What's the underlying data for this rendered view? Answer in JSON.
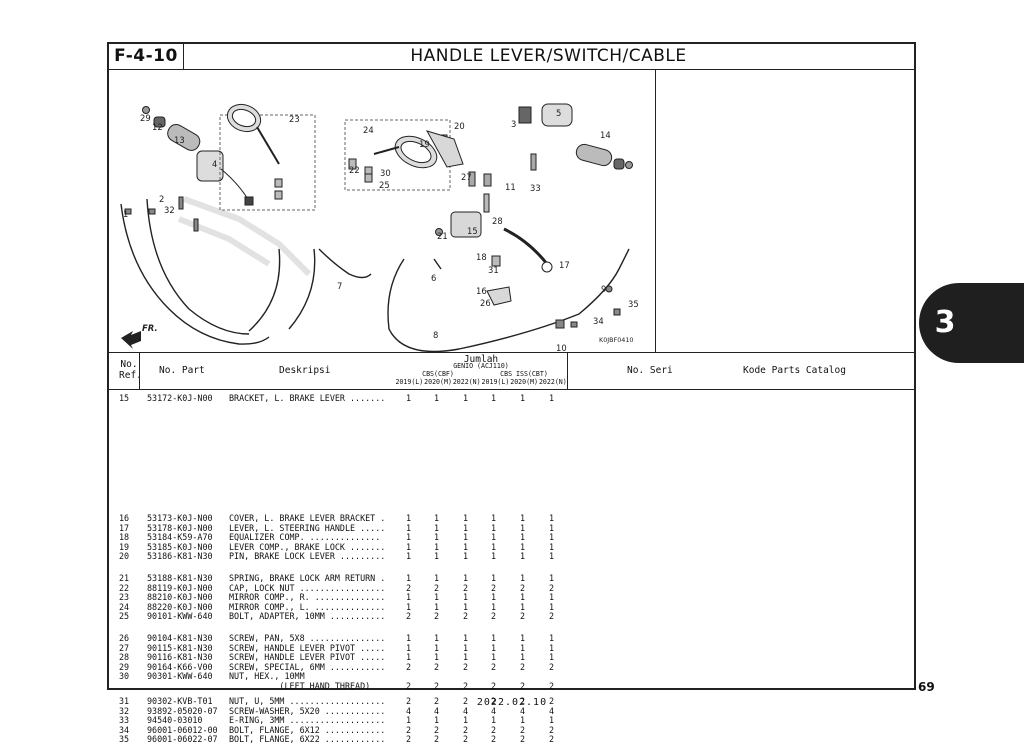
{
  "header": {
    "figure_code": "F-4-10",
    "title": "HANDLE LEVER/SWITCH/CABLE"
  },
  "diagram": {
    "code": "K0JBF0410",
    "direction_label": "FR.",
    "part_labels": [
      "1",
      "2",
      "3",
      "4",
      "5",
      "6",
      "7",
      "8",
      "9",
      "10",
      "11",
      "12",
      "13",
      "14",
      "15",
      "16",
      "17",
      "18",
      "19",
      "20",
      "21",
      "22",
      "23",
      "24",
      "25",
      "26",
      "27",
      "28",
      "29",
      "30",
      "31",
      "32",
      "33",
      "34",
      "35"
    ]
  },
  "table_header": {
    "no_ref": [
      "No.",
      "Ref."
    ],
    "no_part": "No. Part",
    "deskripsi": "Deskripsi",
    "jumlah": "Jumlah",
    "model": "GENIO (ACJ110)",
    "cbs": "CBS(CBF)",
    "cbs_iss": "CBS ISS(CBT)",
    "years": [
      "2019(L)",
      "2020(M)",
      "2022(N)",
      "2019(L)",
      "2020(M)",
      "2022(N)"
    ],
    "no_seri": "No. Seri",
    "kode": "Kode Parts Catalog"
  },
  "parts": [
    [
      {
        "ref": "15",
        "part": "53172-K0J-N00",
        "desc": "BRACKET, L. BRAKE LEVER .......",
        "qty": [
          "1",
          "1",
          "1",
          "1",
          "1",
          "1"
        ]
      }
    ],
    [
      {
        "ref": "16",
        "part": "53173-K0J-N00",
        "desc": "COVER, L. BRAKE LEVER BRACKET .",
        "qty": [
          "1",
          "1",
          "1",
          "1",
          "1",
          "1"
        ]
      },
      {
        "ref": "17",
        "part": "53178-K0J-N00",
        "desc": "LEVER, L. STEERING HANDLE .....",
        "qty": [
          "1",
          "1",
          "1",
          "1",
          "1",
          "1"
        ]
      },
      {
        "ref": "18",
        "part": "53184-K59-A70",
        "desc": "EQUALIZER COMP. ..............",
        "qty": [
          "1",
          "1",
          "1",
          "1",
          "1",
          "1"
        ]
      },
      {
        "ref": "19",
        "part": "53185-K0J-N00",
        "desc": "LEVER COMP., BRAKE LOCK .......",
        "qty": [
          "1",
          "1",
          "1",
          "1",
          "1",
          "1"
        ]
      },
      {
        "ref": "20",
        "part": "53186-K81-N30",
        "desc": "PIN, BRAKE LOCK LEVER .........",
        "qty": [
          "1",
          "1",
          "1",
          "1",
          "1",
          "1"
        ]
      }
    ],
    [
      {
        "ref": "21",
        "part": "53188-K81-N30",
        "desc": "SPRING, BRAKE LOCK ARM RETURN .",
        "qty": [
          "1",
          "1",
          "1",
          "1",
          "1",
          "1"
        ]
      },
      {
        "ref": "22",
        "part": "88119-K0J-N00",
        "desc": "CAP, LOCK NUT .................",
        "qty": [
          "2",
          "2",
          "2",
          "2",
          "2",
          "2"
        ]
      },
      {
        "ref": "23",
        "part": "88210-K0J-N00",
        "desc": "MIRROR COMP., R. ..............",
        "qty": [
          "1",
          "1",
          "1",
          "1",
          "1",
          "1"
        ]
      },
      {
        "ref": "24",
        "part": "88220-K0J-N00",
        "desc": "MIRROR COMP., L. ..............",
        "qty": [
          "1",
          "1",
          "1",
          "1",
          "1",
          "1"
        ]
      },
      {
        "ref": "25",
        "part": "90101-KWW-640",
        "desc": "BOLT, ADAPTER, 10MM ...........",
        "qty": [
          "2",
          "2",
          "2",
          "2",
          "2",
          "2"
        ]
      }
    ],
    [
      {
        "ref": "26",
        "part": "90104-K81-N30",
        "desc": "SCREW, PAN, 5X8 ...............",
        "qty": [
          "1",
          "1",
          "1",
          "1",
          "1",
          "1"
        ]
      },
      {
        "ref": "27",
        "part": "90115-K81-N30",
        "desc": "SCREW, HANDLE LEVER PIVOT .....",
        "qty": [
          "1",
          "1",
          "1",
          "1",
          "1",
          "1"
        ]
      },
      {
        "ref": "28",
        "part": "90116-K81-N30",
        "desc": "SCREW, HANDLE LEVER PIVOT .....",
        "qty": [
          "1",
          "1",
          "1",
          "1",
          "1",
          "1"
        ]
      },
      {
        "ref": "29",
        "part": "90164-K66-V00",
        "desc": "SCREW, SPECIAL, 6MM ...........",
        "qty": [
          "2",
          "2",
          "2",
          "2",
          "2",
          "2"
        ]
      },
      {
        "ref": "30",
        "part": "90301-KWW-640",
        "desc": "NUT, HEX., 10MM",
        "qty": [
          "",
          "",
          "",
          "",
          "",
          ""
        ]
      },
      {
        "ref": "",
        "part": "",
        "desc": "          (LEFT HAND THREAD)",
        "qty": [
          "2",
          "2",
          "2",
          "2",
          "2",
          "2"
        ]
      }
    ],
    [
      {
        "ref": "31",
        "part": "90302-KVB-T01",
        "desc": "NUT, U, 5MM ...................",
        "qty": [
          "2",
          "2",
          "2",
          "2",
          "2",
          "2"
        ]
      },
      {
        "ref": "32",
        "part": "93892-05020-07",
        "desc": "SCREW-WASHER, 5X20 ............",
        "qty": [
          "4",
          "4",
          "4",
          "4",
          "4",
          "4"
        ]
      },
      {
        "ref": "33",
        "part": "94540-03010",
        "desc": "E-RING, 3MM ...................",
        "qty": [
          "1",
          "1",
          "1",
          "1",
          "1",
          "1"
        ]
      },
      {
        "ref": "34",
        "part": "96001-06012-00",
        "desc": "BOLT, FLANGE, 6X12 ............",
        "qty": [
          "2",
          "2",
          "2",
          "2",
          "2",
          "2"
        ]
      },
      {
        "ref": "35",
        "part": "96001-06022-07",
        "desc": "BOLT, FLANGE, 6X22 ............",
        "qty": [
          "2",
          "2",
          "2",
          "2",
          "2",
          "2"
        ]
      }
    ]
  ],
  "section_tab": "3",
  "page_number": "69",
  "footer_date": "2022.02.10"
}
